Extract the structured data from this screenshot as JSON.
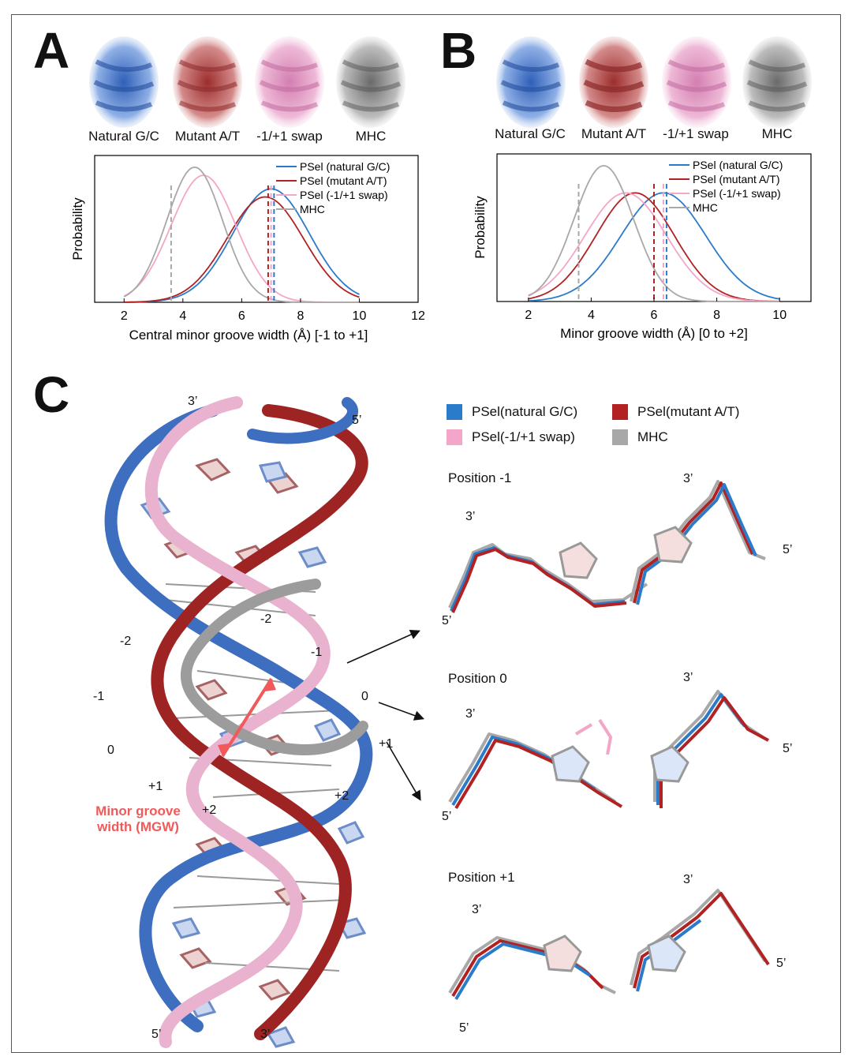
{
  "panels": {
    "a": "A",
    "b": "B",
    "c": "C"
  },
  "structures": [
    "Natural G/C",
    "Mutant A/T",
    "-1/+1 swap",
    "MHC"
  ],
  "colors": {
    "natural": "#2b7bcb",
    "mutant": "#b22222",
    "swap": "#f4a6c8",
    "mhc": "#a8a8a8",
    "mgw_arrow": "#f05a5a"
  },
  "chart_data": [
    {
      "type": "line",
      "xlabel": "Central minor groove width (Å) [-1 to +1]",
      "ylabel": "Probability",
      "xlim": [
        1,
        12
      ],
      "xticks": [
        2,
        4,
        6,
        8,
        10,
        12
      ],
      "legend": "top-right",
      "series": [
        {
          "name": "PSel (natural G/C)",
          "key": "natural",
          "mean": 7.0,
          "sd": 1.3,
          "peak": 0.84,
          "marker": 7.1
        },
        {
          "name": "PSel (mutant A/T)",
          "key": "mutant",
          "mean": 6.8,
          "sd": 1.3,
          "peak": 0.78,
          "marker": 6.9
        },
        {
          "name": "PSel (-1/+1 swap)",
          "key": "swap",
          "mean": 4.7,
          "sd": 1.1,
          "peak": 0.94,
          "marker": 7.0
        },
        {
          "name": "MHC",
          "key": "mhc",
          "mean": 4.4,
          "sd": 0.95,
          "peak": 1.0,
          "marker": 3.6
        }
      ]
    },
    {
      "type": "line",
      "xlabel": "Minor groove width (Å) [0 to +2]",
      "ylabel": "Probability",
      "xlim": [
        1,
        11
      ],
      "xticks": [
        2,
        4,
        6,
        8,
        10
      ],
      "legend": "top-right",
      "series": [
        {
          "name": "PSel (natural G/C)",
          "key": "natural",
          "mean": 6.3,
          "sd": 1.35,
          "peak": 0.8,
          "marker": 6.4
        },
        {
          "name": "PSel (mutant A/T)",
          "key": "mutant",
          "mean": 5.4,
          "sd": 1.25,
          "peak": 0.8,
          "marker": 6.0
        },
        {
          "name": "PSel (-1/+1 swap)",
          "key": "swap",
          "mean": 5.1,
          "sd": 1.3,
          "peak": 0.8,
          "marker": 6.3
        },
        {
          "name": "MHC",
          "key": "mhc",
          "mean": 4.4,
          "sd": 0.95,
          "peak": 1.0,
          "marker": 3.6
        }
      ]
    }
  ],
  "helix": {
    "labels_left": [
      "-2",
      "-1",
      "0",
      "+1",
      "+2"
    ],
    "labels_right": [
      "-2",
      "-1",
      "0",
      "+1",
      "+2"
    ],
    "end_top_3": "3’",
    "end_top_5": "5’",
    "end_bottom_5": "5’",
    "end_bottom_3": "3’",
    "mgw_line1": "Minor groove",
    "mgw_line2": "width (MGW)"
  },
  "legend_c": [
    "PSel(natural G/C)",
    "PSel(mutant A/T)",
    "PSel(-1/+1 swap)",
    "MHC"
  ],
  "positions": [
    {
      "title": "Position -1",
      "left3": "3’",
      "left5": "5’",
      "right3": "3’",
      "right5": "5’"
    },
    {
      "title": "Position 0",
      "left3": "3’",
      "left5": "5’",
      "right3": "3’",
      "right5": "5’"
    },
    {
      "title": "Position +1",
      "left3": "3’",
      "left5": "5’",
      "right3": "3’",
      "right5": "5’"
    }
  ]
}
